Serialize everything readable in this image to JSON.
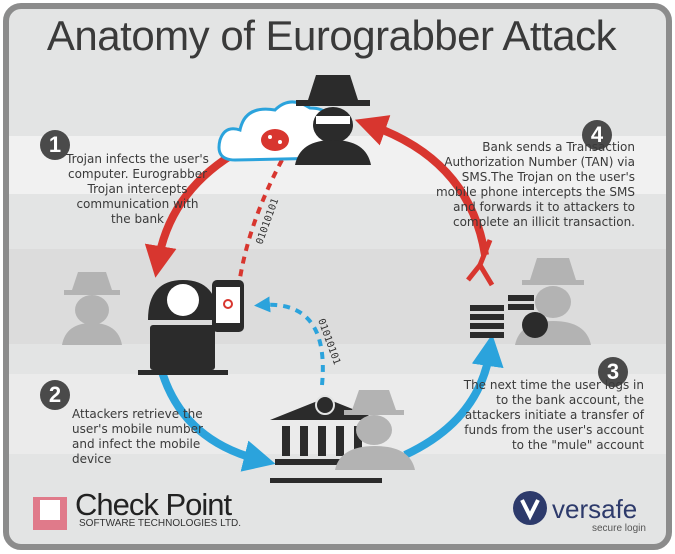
{
  "title": "Anatomy of Eurograbber Attack",
  "steps": [
    {
      "number": "1",
      "text": "Trojan infects the user's computer. Eurograbber Trojan intercepts communication with the bank"
    },
    {
      "number": "2",
      "text": "Attackers retrieve the user's mobile number and infect the mobile device"
    },
    {
      "number": "3",
      "text": "The next time the user logs in to the bank account, the attackers initiate a transfer of funds from the user's account to the \"mule\" account"
    },
    {
      "number": "4",
      "text": "Bank sends a Transaction Authorization Number (TAN) via SMS.The Trojan on the user's mobile phone intercepts the SMS and forwards it to attackers to complete an illicit transaction."
    }
  ],
  "binary_labels": [
    "01010101",
    "01010101"
  ],
  "logos": {
    "checkpoint_name": "Check Point",
    "checkpoint_sub": "SOFTWARE TECHNOLOGIES LTD.",
    "versafe_name": "versafe",
    "versafe_sub": "secure login"
  },
  "colors": {
    "red": "#d8362f",
    "blue": "#2ba3dc",
    "dark": "#2b2b2b",
    "hacker_gray": "#b3b3b3"
  }
}
